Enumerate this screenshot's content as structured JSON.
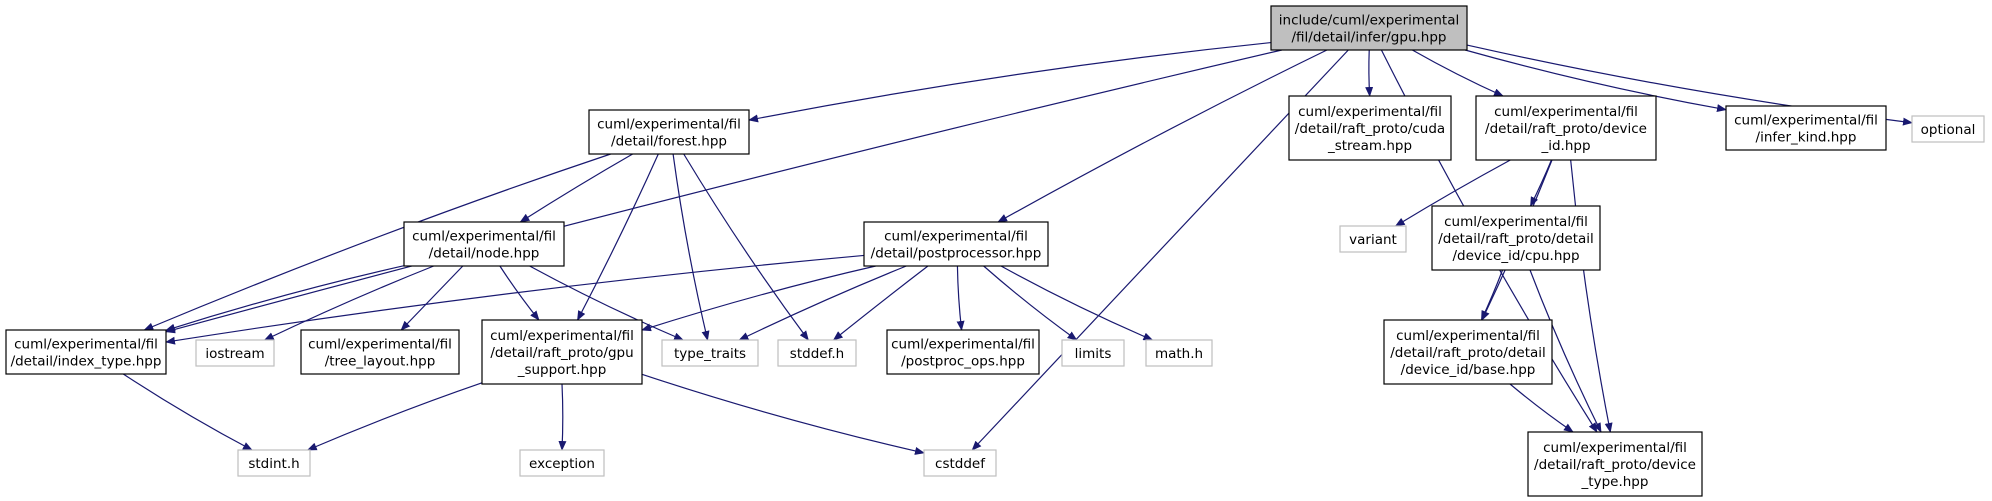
{
  "graph": {
    "nodes": {
      "gpu": {
        "lines": [
          "include/cuml/experimental",
          "/fil/detail/infer/gpu.hpp"
        ],
        "kind": "root"
      },
      "forest": {
        "lines": [
          "cuml/experimental/fil",
          "/detail/forest.hpp"
        ],
        "kind": "file"
      },
      "cuda_stream": {
        "lines": [
          "cuml/experimental/fil",
          "/detail/raft_proto/cuda",
          "_stream.hpp"
        ],
        "kind": "file"
      },
      "device_id": {
        "lines": [
          "cuml/experimental/fil",
          "/detail/raft_proto/device",
          "_id.hpp"
        ],
        "kind": "file"
      },
      "infer_kind": {
        "lines": [
          "cuml/experimental/fil",
          "/infer_kind.hpp"
        ],
        "kind": "file"
      },
      "optional": {
        "lines": [
          "optional"
        ],
        "kind": "system"
      },
      "node": {
        "lines": [
          "cuml/experimental/fil",
          "/detail/node.hpp"
        ],
        "kind": "file"
      },
      "postprocessor": {
        "lines": [
          "cuml/experimental/fil",
          "/detail/postprocessor.hpp"
        ],
        "kind": "file"
      },
      "variant": {
        "lines": [
          "variant"
        ],
        "kind": "system"
      },
      "cpu": {
        "lines": [
          "cuml/experimental/fil",
          "/detail/raft_proto/detail",
          "/device_id/cpu.hpp"
        ],
        "kind": "file"
      },
      "index_type": {
        "lines": [
          "cuml/experimental/fil",
          "/detail/index_type.hpp"
        ],
        "kind": "file"
      },
      "iostream": {
        "lines": [
          "iostream"
        ],
        "kind": "system"
      },
      "tree_layout": {
        "lines": [
          "cuml/experimental/fil",
          "/tree_layout.hpp"
        ],
        "kind": "file"
      },
      "gpu_support": {
        "lines": [
          "cuml/experimental/fil",
          "/detail/raft_proto/gpu",
          "_support.hpp"
        ],
        "kind": "file"
      },
      "type_traits": {
        "lines": [
          "type_traits"
        ],
        "kind": "system"
      },
      "stddef": {
        "lines": [
          "stddef.h"
        ],
        "kind": "system"
      },
      "postproc_ops": {
        "lines": [
          "cuml/experimental/fil",
          "/postproc_ops.hpp"
        ],
        "kind": "file"
      },
      "limits": {
        "lines": [
          "limits"
        ],
        "kind": "system"
      },
      "math": {
        "lines": [
          "math.h"
        ],
        "kind": "system"
      },
      "base": {
        "lines": [
          "cuml/experimental/fil",
          "/detail/raft_proto/detail",
          "/device_id/base.hpp"
        ],
        "kind": "file"
      },
      "stdint": {
        "lines": [
          "stdint.h"
        ],
        "kind": "system"
      },
      "exception": {
        "lines": [
          "exception"
        ],
        "kind": "system"
      },
      "cstddef": {
        "lines": [
          "cstddef"
        ],
        "kind": "system"
      },
      "device_type": {
        "lines": [
          "cuml/experimental/fil",
          "/detail/raft_proto/device",
          "_type.hpp"
        ],
        "kind": "file"
      }
    },
    "edges": [
      [
        "gpu",
        "index_type"
      ],
      [
        "gpu",
        "forest"
      ],
      [
        "gpu",
        "cuda_stream"
      ],
      [
        "gpu",
        "device_id"
      ],
      [
        "gpu",
        "infer_kind"
      ],
      [
        "gpu",
        "optional"
      ],
      [
        "gpu",
        "postprocessor"
      ],
      [
        "gpu",
        "cstddef"
      ],
      [
        "gpu",
        "device_type"
      ],
      [
        "forest",
        "index_type"
      ],
      [
        "forest",
        "node"
      ],
      [
        "forest",
        "gpu_support"
      ],
      [
        "forest",
        "type_traits"
      ],
      [
        "forest",
        "stddef"
      ],
      [
        "node",
        "index_type"
      ],
      [
        "node",
        "iostream"
      ],
      [
        "node",
        "tree_layout"
      ],
      [
        "node",
        "gpu_support"
      ],
      [
        "node",
        "type_traits"
      ],
      [
        "postprocessor",
        "index_type"
      ],
      [
        "postprocessor",
        "gpu_support"
      ],
      [
        "postprocessor",
        "type_traits"
      ],
      [
        "postprocessor",
        "stddef"
      ],
      [
        "postprocessor",
        "postproc_ops"
      ],
      [
        "postprocessor",
        "limits"
      ],
      [
        "postprocessor",
        "math"
      ],
      [
        "device_id",
        "variant"
      ],
      [
        "device_id",
        "cpu"
      ],
      [
        "device_id",
        "base"
      ],
      [
        "device_id",
        "device_type"
      ],
      [
        "cpu",
        "base"
      ],
      [
        "cpu",
        "device_type"
      ],
      [
        "base",
        "device_type"
      ],
      [
        "index_type",
        "stdint"
      ],
      [
        "gpu_support",
        "stdint"
      ],
      [
        "gpu_support",
        "exception"
      ],
      [
        "gpu_support",
        "cstddef"
      ]
    ]
  },
  "colors": {
    "edge": "#191970",
    "root_fill": "#bfbfbf",
    "root_border": "#000000",
    "file_border": "#000000",
    "system_border": "#bfbfbf",
    "background": "#ffffff"
  }
}
